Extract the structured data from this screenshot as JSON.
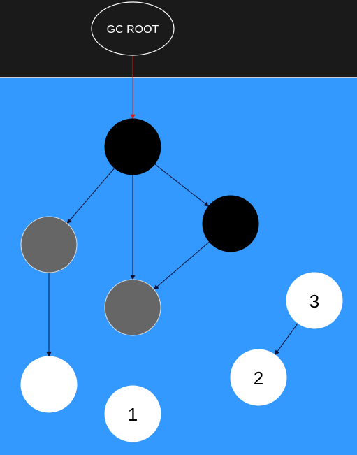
{
  "root": {
    "label": "GC ROOT"
  },
  "colors": {
    "background_top": "#1a1a1a",
    "heap_background": "#3399ff",
    "root_fill": "#1a1a1a",
    "root_stroke": "#ffffff",
    "root_text": "#ffffff",
    "black_node": "#000000",
    "gray_node": "#666666",
    "white_node": "#ffffff",
    "node_text": "#000000",
    "edge": "#111133",
    "root_edge": "#cc2222"
  },
  "nodes": [
    {
      "id": "a",
      "color": "black",
      "label": ""
    },
    {
      "id": "b",
      "color": "gray",
      "label": ""
    },
    {
      "id": "c",
      "color": "black",
      "label": ""
    },
    {
      "id": "d",
      "color": "gray",
      "label": ""
    },
    {
      "id": "e",
      "color": "white",
      "label": ""
    },
    {
      "id": "n1",
      "color": "white",
      "label": "1"
    },
    {
      "id": "n2",
      "color": "white",
      "label": "2"
    },
    {
      "id": "n3",
      "color": "white",
      "label": "3"
    }
  ],
  "edges": [
    {
      "from": "root",
      "to": "a",
      "kind": "root"
    },
    {
      "from": "a",
      "to": "b",
      "kind": "ref"
    },
    {
      "from": "a",
      "to": "d",
      "kind": "ref"
    },
    {
      "from": "a",
      "to": "c",
      "kind": "ref"
    },
    {
      "from": "c",
      "to": "d",
      "kind": "ref"
    },
    {
      "from": "b",
      "to": "e",
      "kind": "ref"
    },
    {
      "from": "n3",
      "to": "n2",
      "kind": "ref"
    }
  ]
}
